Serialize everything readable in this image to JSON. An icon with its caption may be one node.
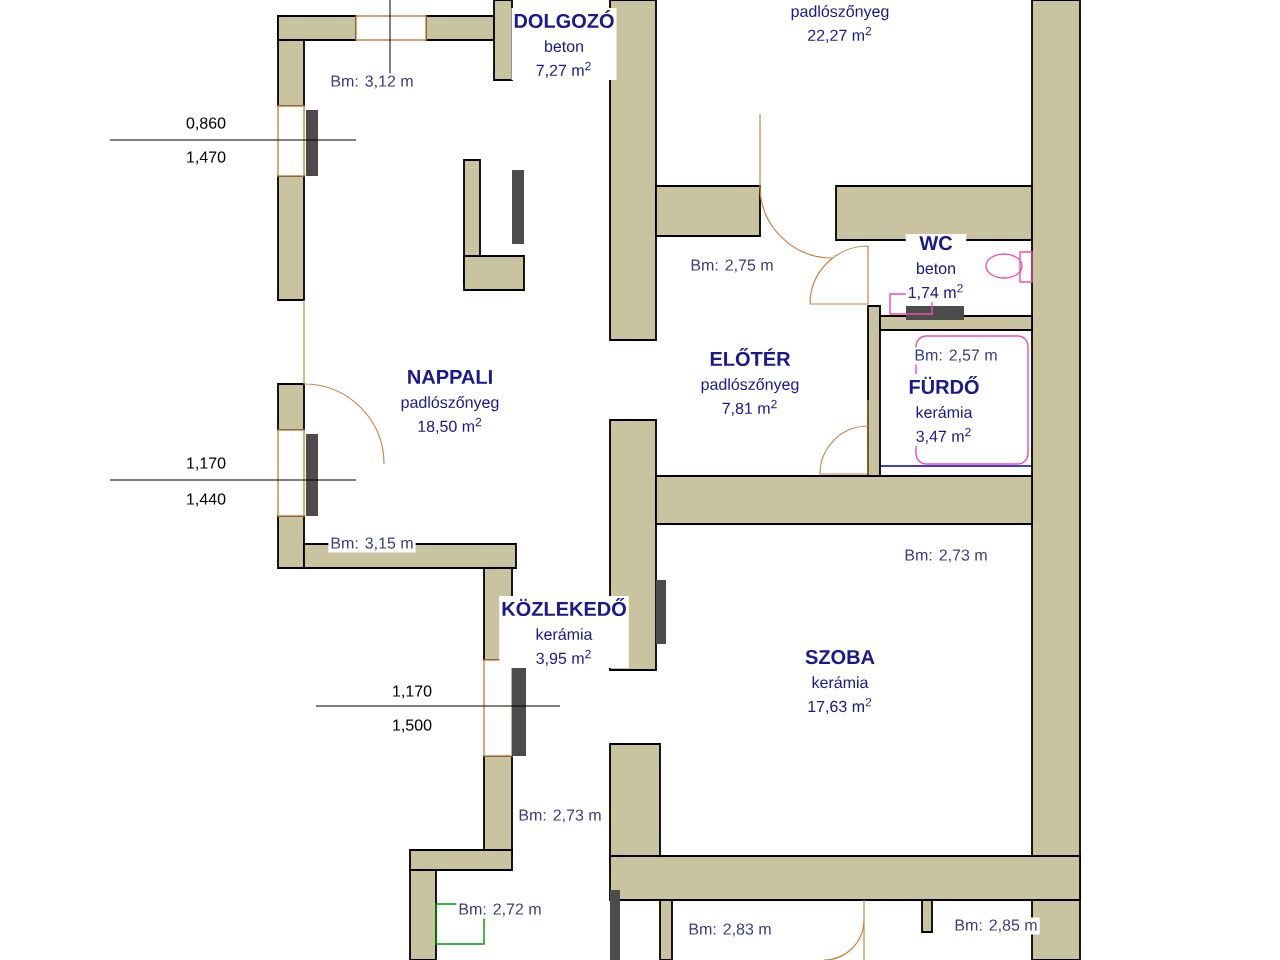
{
  "diagram": {
    "nodes": [
      {
        "text": [
          "DOLGOZÓ",
          "beton",
          "7,27 m$^{2}$"
        ]
      },
      {
        "text": [
          "padlószőnyeg",
          "22,27 m$^{2}$"
        ]
      },
      {
        "text": [
          "NAPPALI",
          "padlószőnyeg",
          "18,50 m$^{2}$"
        ]
      },
      {
        "text": [
          "WC",
          "beton",
          "1,74 m$^{2}$"
        ]
      },
      {
        "text": [
          "ELŐTÉR",
          "padlószőnyeg",
          "7,81 m$^{2}$"
        ]
      },
      {
        "text": [
          "FÜRDŐ",
          "kerámia",
          "3,47 m$^{2}$"
        ]
      },
      {
        "text": [
          "KÖZLEKEDŐ",
          "kerámia",
          "3,95 m$^{2}$"
        ]
      },
      {
        "text": [
          "SZOBA",
          "kerámia",
          "17,63 m$^{2}$"
        ]
      }
    ],
    "labels": [
      "Bm: 3,12 m",
      "0,860",
      "1,470",
      "Bm: 2,75 m",
      "Bm: 2,57 m",
      "1,170",
      "1,440",
      "Bm: 3,15 m",
      "Bm: 2,73 m",
      "1,170",
      "1,500",
      "Bm: 2,73 m",
      "Bm: 2,72 m",
      "Bm: 2,83 m",
      "Bm: 2,85 m"
    ]
  }
}
